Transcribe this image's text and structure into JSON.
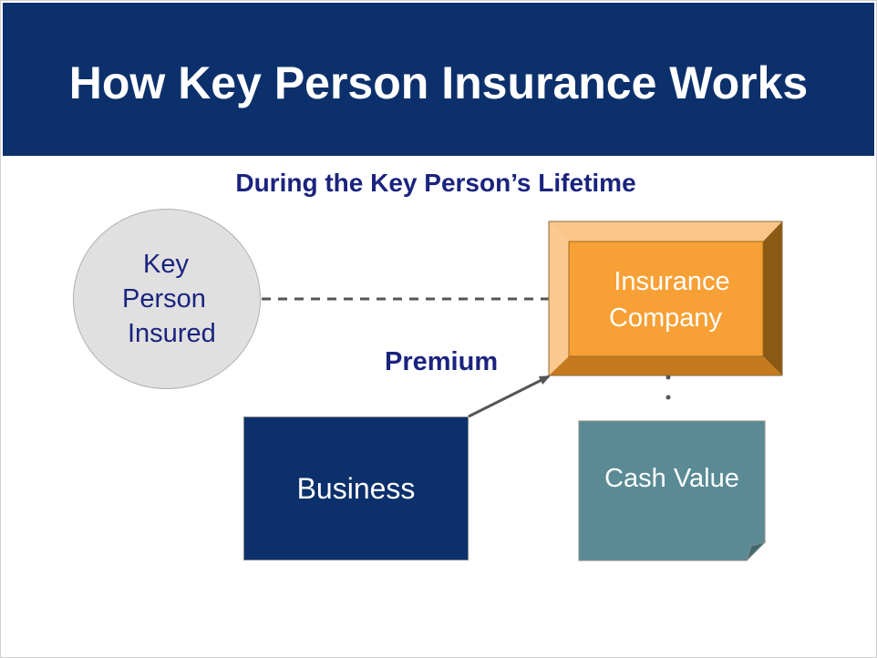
{
  "slide": {
    "title": "How Key Person Insurance Works",
    "subtitle": "During the Key Person’s Lifetime"
  },
  "diagram": {
    "key_person": {
      "lines": [
        "Key",
        "Person",
        "Insured"
      ]
    },
    "insurance_company": {
      "lines": [
        "Insurance",
        "Company"
      ]
    },
    "premium_label": "Premium",
    "business_label": "Business",
    "cash_value_label": "Cash Value"
  },
  "colors": {
    "header_bg": "#0c306b",
    "title_text": "#ffffff",
    "subtitle_text": "#1a237e",
    "circle_fill": "#e0e0e0",
    "insurance_face": "#f7a035",
    "business_fill": "#0c306b",
    "cash_value_fill": "#5a8a94"
  }
}
